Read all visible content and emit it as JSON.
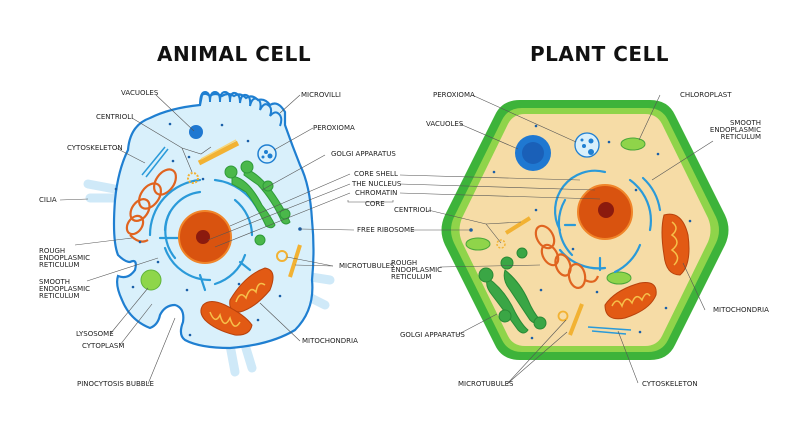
{
  "animal": {
    "title": "ANIMAL CELL",
    "labels": {
      "vacuoles": "VACUOLES",
      "microvilli": "MICROVILLI",
      "centrioli": "CENTRIOLI",
      "peroxioma": "PEROXIOMA",
      "cytoskeleton": "CYTOSKELETON",
      "golgi": "GOLGI APPARATUS",
      "cilia": "CILIA",
      "rough_er": "ROUGH\nENDOPLASMIC\nRETICULUM",
      "smooth_er": "SMOOTH\nENDOPLASMIC\nRETICULUM",
      "lysosome": "LYSOSOME",
      "cytoplasm": "CYTOPLASM",
      "pinocytosis": "PINOCYTOSIS BUBBLE",
      "mitochondria": "MITOCHONDRIA"
    }
  },
  "shared": {
    "core_shell": "CORE SHELL",
    "nucleus": "THE NUCLEUS",
    "chromatin": "CHROMATIN",
    "core": "CORE",
    "free_ribosome": "FREE RIBOSOME",
    "microtubules": "MICROTUBULES"
  },
  "plant": {
    "title": "PLANT CELL",
    "labels": {
      "peroxioma": "PEROXIOMA",
      "chloroplast": "CHLOROPLAST",
      "vacuoles": "VACUOLES",
      "smooth_er": "SMOOTH\nENDOPLASMIC\nRETICULUM",
      "centrioli": "CENTRIOLI",
      "rough_er": "ROUGH\nENDOPLASMIC\nRETICULUM",
      "golgi": "GOLGI APPARATUS",
      "mitochondria": "MITOCHONDRIA",
      "microtubules": "MICROTUBULES",
      "cytoskeleton": "CYTOSKELETON"
    }
  },
  "colors": {
    "animal_fill": "#d9f0fb",
    "animal_stroke": "#1f7fd1",
    "plant_wall": "#3db33a",
    "plant_wall_inner": "#8fd44a",
    "plant_fill": "#f6dca6",
    "nucleus": "#d9530f",
    "nucleolus": "#8b1a0e",
    "golgi": "#3aa645",
    "mito": "#e25a14",
    "mito_inner": "#f6c04a",
    "er": "#2a9ad9",
    "rough_er": "#e06420",
    "centriole": "#f2b233",
    "vacuole": "#1f78d1",
    "lysosome": "#8ed64a"
  }
}
